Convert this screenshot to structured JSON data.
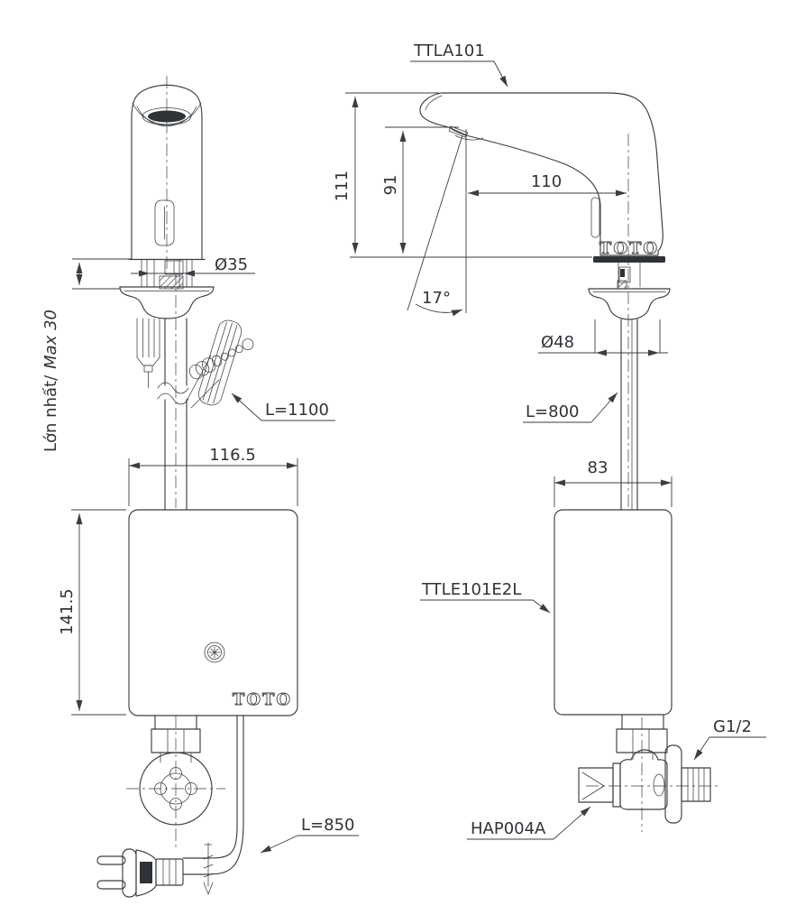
{
  "colors": {
    "line": "#3a3e42",
    "text": "#2f3337",
    "background": "#ffffff"
  },
  "front_view": {
    "brand": "TOTO",
    "dim_shank_diameter": "Ø35",
    "deck_max_prefix": "Lớn nhất/",
    "deck_max_value": "Max 30",
    "dim_cable_length": "L=1100",
    "dim_box_width": "116.5",
    "dim_box_height": "141.5",
    "dim_cord_length": "L=850"
  },
  "side_view": {
    "brand": "TOTO",
    "spout_model": "TTLA101",
    "controller_model": "TTLE101E2L",
    "valve_model": "HAP004A",
    "thread_size": "G1/2",
    "dim_total_height": "111",
    "dim_outlet_height": "91",
    "dim_reach": "110",
    "dim_angle": "17°",
    "dim_base_diameter": "Ø48",
    "dim_hose_length": "L=800",
    "dim_box_width": "83"
  }
}
